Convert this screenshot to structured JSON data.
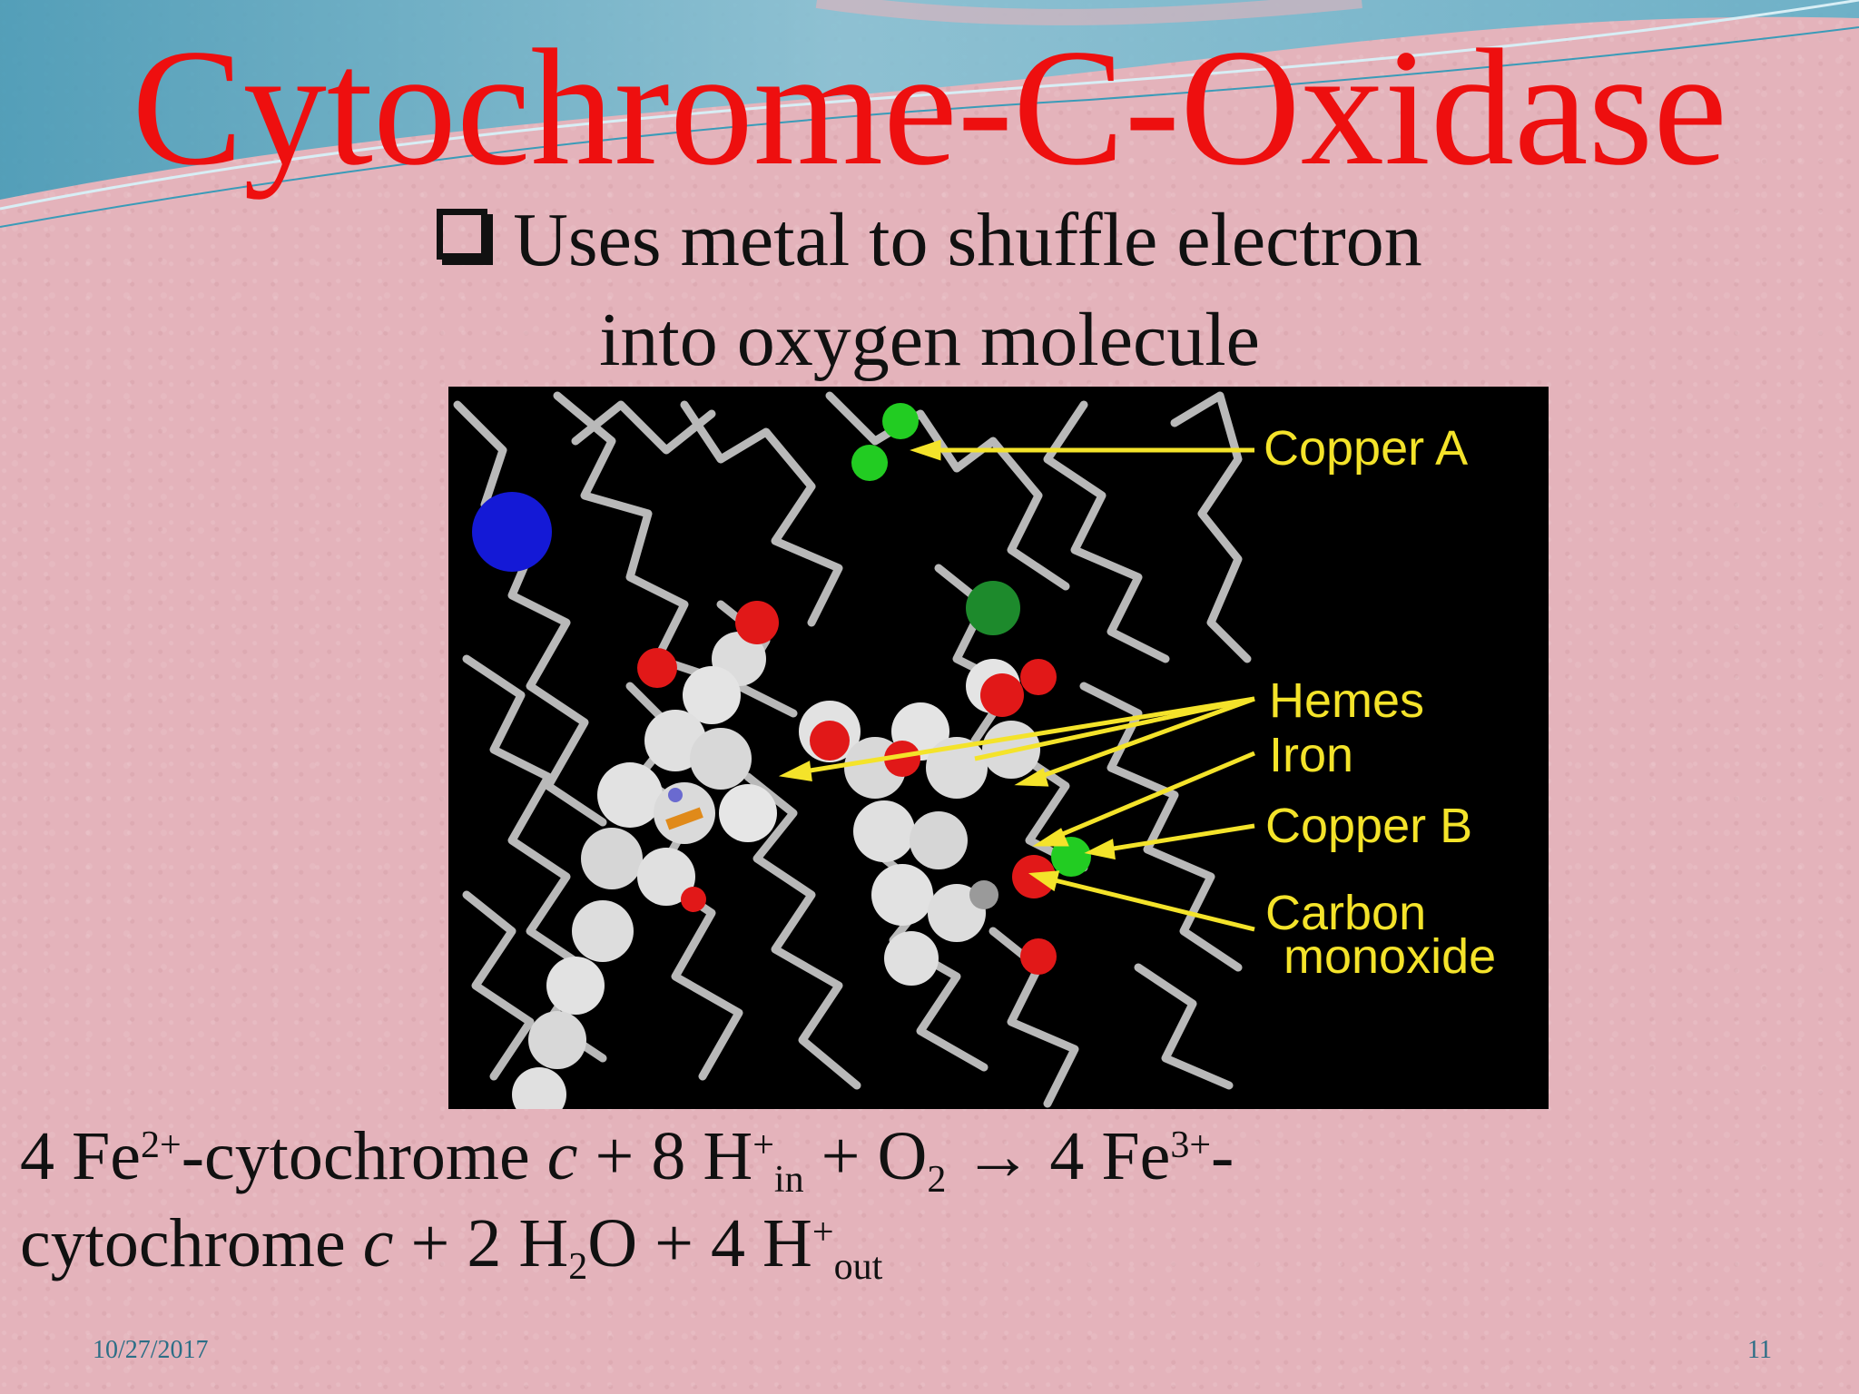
{
  "slide": {
    "title": "Cytochrome-C-Oxidase",
    "bullet": {
      "line1": "Uses metal to shuffle electron",
      "line2": "into oxygen molecule"
    },
    "figure": {
      "labels": {
        "copper_a": "Copper A",
        "hemes": "Hemes",
        "iron": "Iron",
        "copper_b": "Copper B",
        "carbon": "Carbon",
        "monoxide": "monoxide"
      }
    },
    "equation": {
      "p1": "4 Fe",
      "s1": "2+",
      "p2": "-cytochrome ",
      "c1": "c",
      "p3": " + 8 H",
      "s2": "+",
      "b1": "in",
      "p4": " + O",
      "b2": "2",
      "p5": " → 4 Fe",
      "s3": "3+",
      "p6": "-",
      "p7": "cytochrome ",
      "c2": "c",
      "p8": " + 2 H",
      "b3": "2",
      "p9": "O + 4 H",
      "s4": "+",
      "b4": "out"
    },
    "footer": {
      "date": "10/27/2017",
      "page": "11"
    }
  },
  "colors": {
    "title": "#ee0f0f",
    "background": "#e4b3bb",
    "label_yellow": "#f4e32a",
    "footer": "#2b6e86"
  }
}
